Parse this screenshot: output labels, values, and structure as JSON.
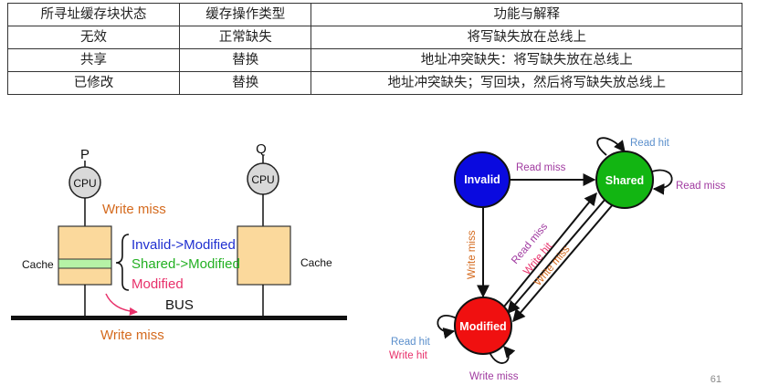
{
  "table": {
    "headers": [
      "所寻址缓存块状态",
      "缓存操作类型",
      "功能与解释"
    ],
    "rows": [
      [
        "无效",
        "正常缺失",
        "将写缺失放在总线上"
      ],
      [
        "共享",
        "替换",
        "地址冲突缺失：将写缺失放在总线上"
      ],
      [
        "已修改",
        "替换",
        "地址冲突缺失；写回块，然后将写缺失放总线上"
      ]
    ]
  },
  "left_diagram": {
    "processor_p": "P",
    "processor_q": "Q",
    "cpu_label": "CPU",
    "cache_label": "Cache",
    "bus_label": "BUS",
    "write_miss_top": "Write miss",
    "write_miss_bottom": "Write miss",
    "transitions": [
      {
        "text": "Invalid->Modified",
        "color": "#1f2fd0"
      },
      {
        "text": "Shared->Modified",
        "color": "#22b022"
      },
      {
        "text": "Modified",
        "color": "#e8306a"
      }
    ],
    "colors": {
      "cache_fill": "#fbd99c",
      "cache_band": "#b6f2a6",
      "cpu_fill": "#d9d9d9",
      "orange": "#d46a1e"
    }
  },
  "state_diagram": {
    "states": {
      "invalid": "Invalid",
      "shared": "Shared",
      "modified": "Modified"
    },
    "colors": {
      "invalid": "#0a0adf",
      "shared": "#12b512",
      "modified": "#f01010"
    },
    "labels": {
      "invalid_to_shared": "Read miss",
      "shared_loop_top": "Read hit",
      "shared_loop_right": "Read miss",
      "invalid_to_modified": "Write miss",
      "diag_read_miss": "Read miss",
      "diag_write_hit": "Write hit",
      "diag_write_miss": "Write miss",
      "modified_read_hit": "Read hit",
      "modified_write_hit": "Write hit",
      "modified_write_miss": "Write miss"
    }
  },
  "page_number": "61"
}
